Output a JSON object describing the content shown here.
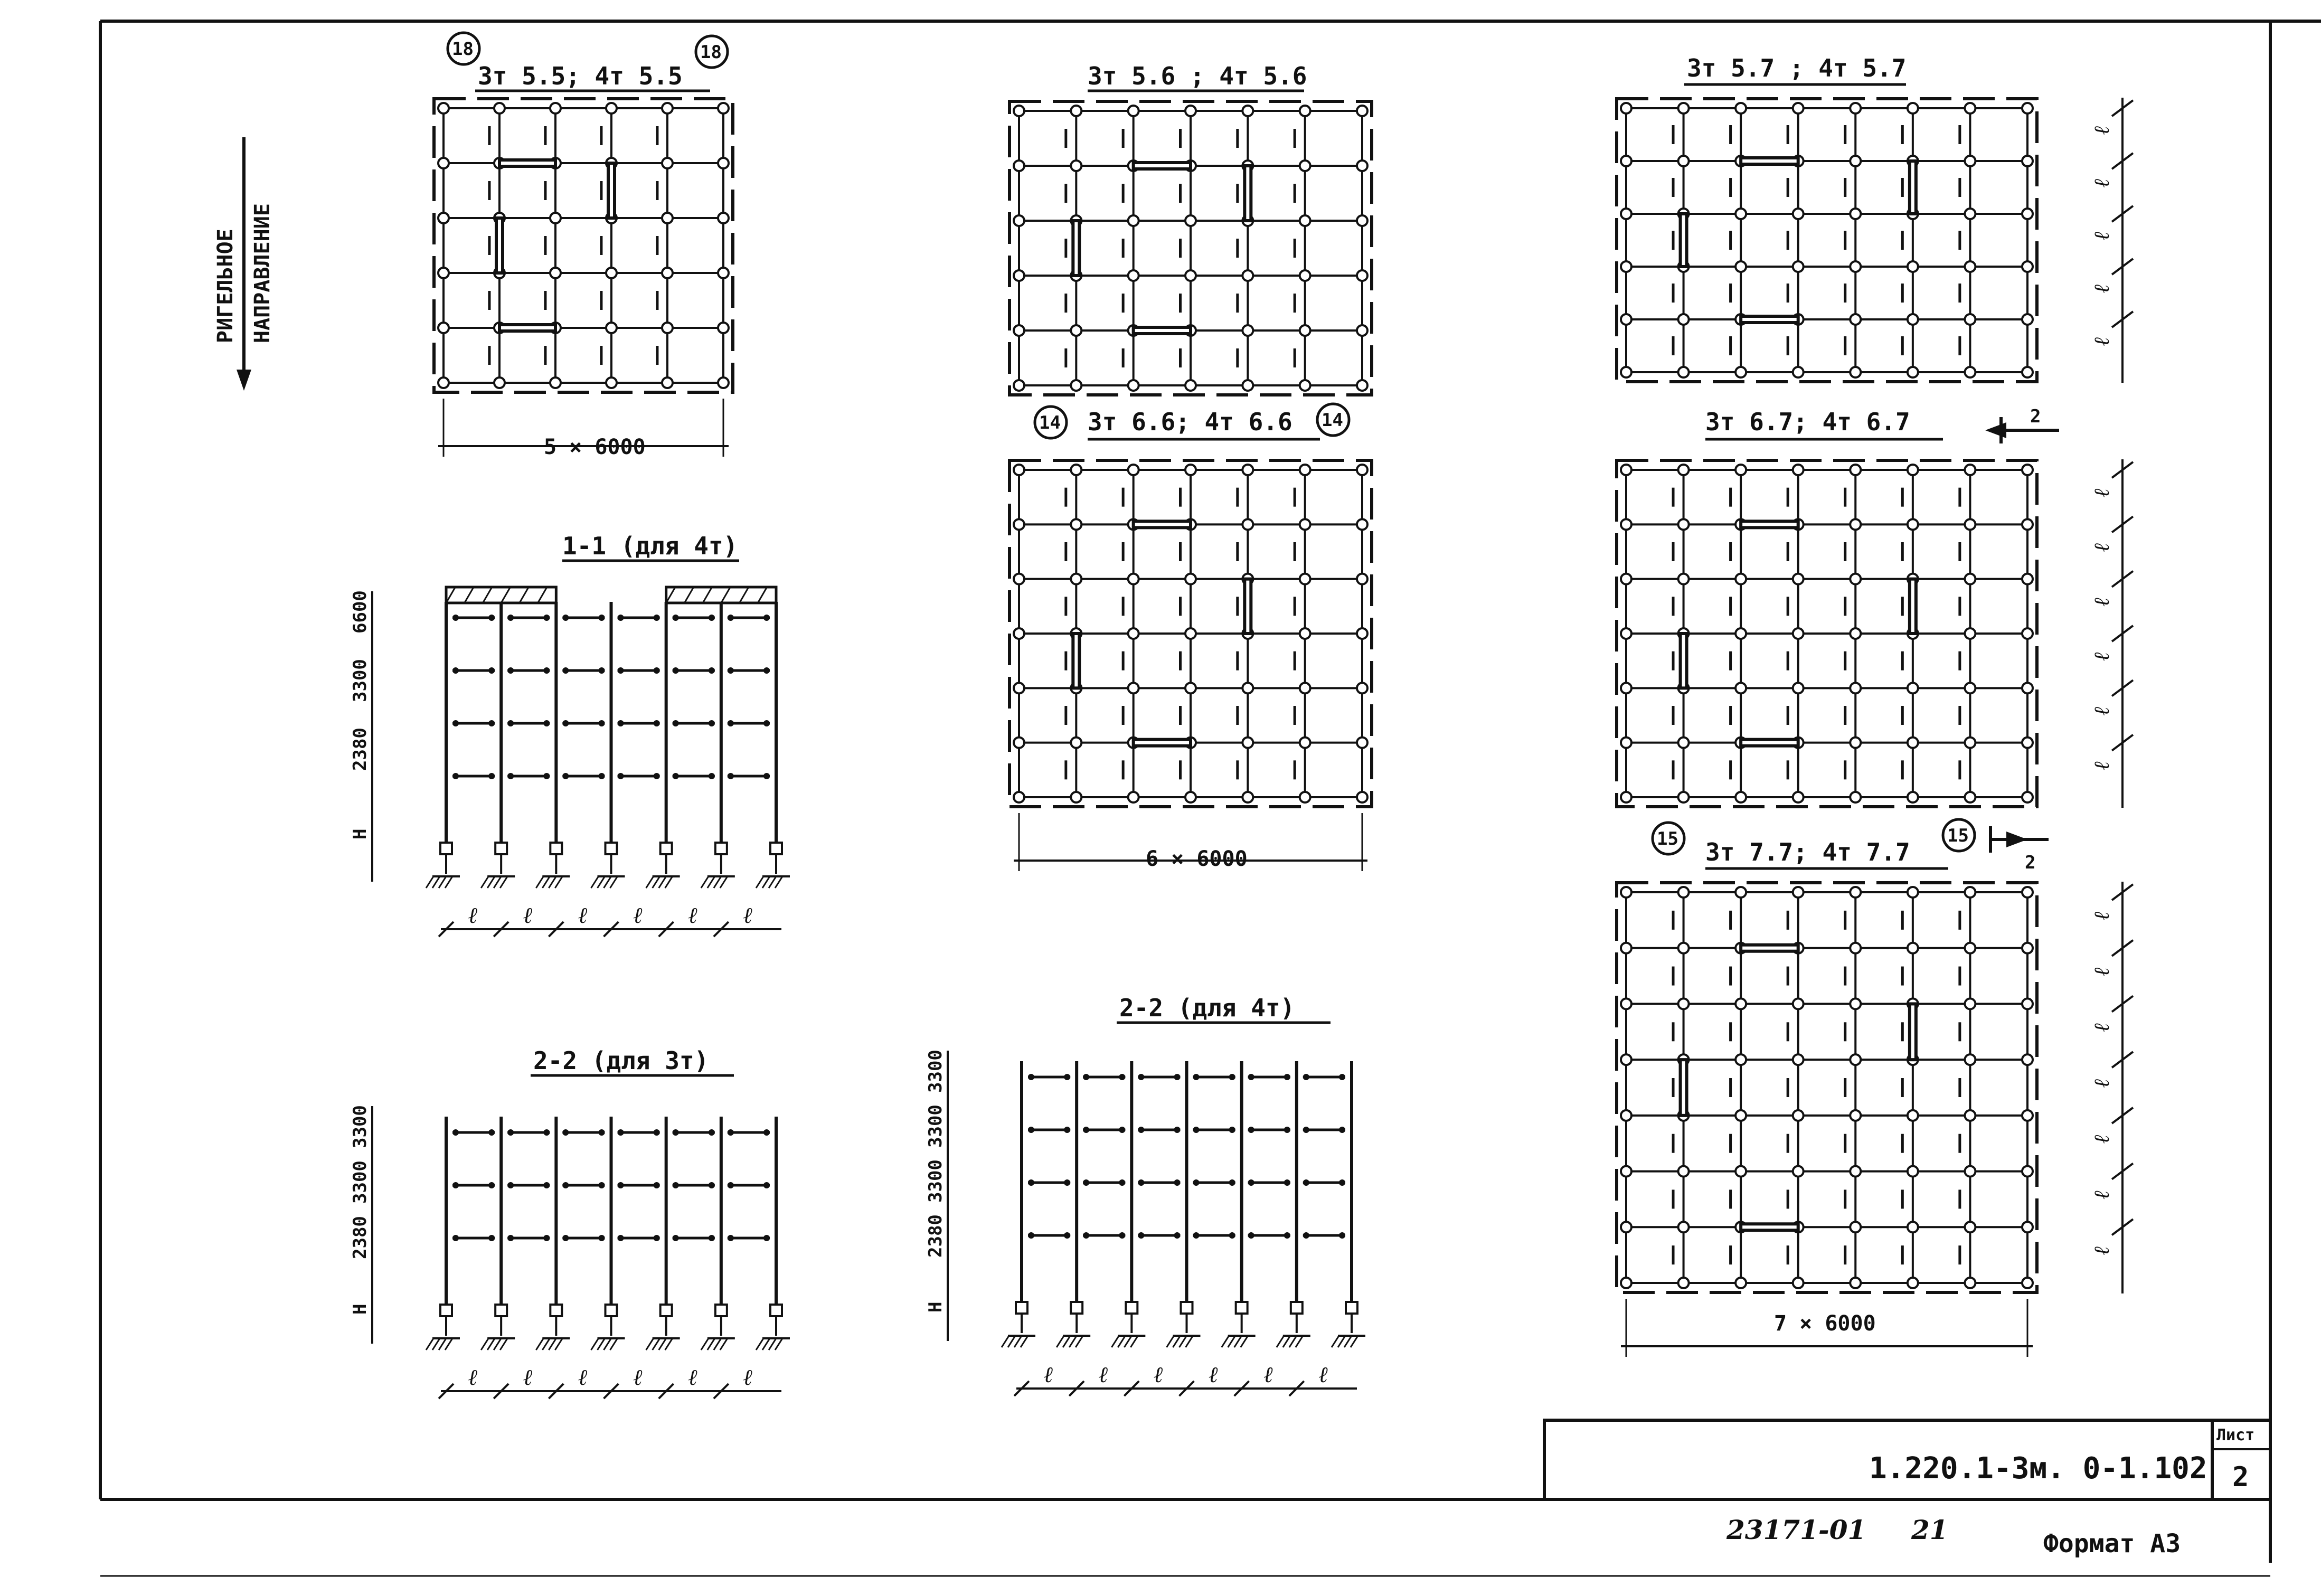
{
  "vertical_caption": [
    "РИГЕЛЬНОЕ",
    "НАПРАВЛЕНИЕ"
  ],
  "plans": [
    {
      "id": "p55",
      "title": "3т 5.5;  4т 5.5",
      "marker": "18",
      "rows": 5,
      "cols": 5,
      "dim": "5 × 6000",
      "side_l": []
    },
    {
      "id": "p56",
      "title": "3т 5.6 ;  4т 5.6",
      "marker": "",
      "rows": 5,
      "cols": 6,
      "dim": "",
      "side_l": []
    },
    {
      "id": "p57",
      "title": "3т 5.7 ;  4т 5.7",
      "marker": "",
      "rows": 5,
      "cols": 7,
      "dim": "",
      "side_l": [
        "ℓ",
        "ℓ",
        "ℓ",
        "ℓ",
        "ℓ"
      ]
    },
    {
      "id": "p66",
      "title": "3т 6.6;    4т 6.6",
      "marker": "14",
      "rows": 6,
      "cols": 6,
      "dim": "6 × 6000",
      "side_l": []
    },
    {
      "id": "p67",
      "title": "3т 6.7;    4т 6.7",
      "marker": "",
      "rows": 6,
      "cols": 7,
      "dim": "",
      "side_l": [
        "ℓ",
        "ℓ",
        "ℓ",
        "ℓ",
        "ℓ",
        "ℓ"
      ]
    },
    {
      "id": "p77",
      "title": "3т 7.7;    4т 7.7",
      "marker": "15",
      "rows": 7,
      "cols": 7,
      "dim": "7 × 6000",
      "side_l": [
        "ℓ",
        "ℓ",
        "ℓ",
        "ℓ",
        "ℓ",
        "ℓ",
        "ℓ"
      ]
    }
  ],
  "section_arrow_label": "2",
  "sections": [
    {
      "id": "s11",
      "title": "1-1 (для 4т)",
      "heights": [
        "6600",
        "3300",
        "2380",
        "H"
      ],
      "spans": [
        "ℓ",
        "ℓ",
        "ℓ",
        "ℓ",
        "ℓ",
        "ℓ"
      ]
    },
    {
      "id": "s22a",
      "title": "2-2 (для 3т)",
      "heights": [
        "3300",
        "3300",
        "2380",
        "H"
      ],
      "spans": [
        "ℓ",
        "ℓ",
        "ℓ",
        "ℓ",
        "ℓ",
        "ℓ"
      ]
    },
    {
      "id": "s22b",
      "title": "2-2 (для 4т)",
      "heights": [
        "3300",
        "3300",
        "3300",
        "2380",
        "H"
      ],
      "spans": [
        "ℓ",
        "ℓ",
        "ℓ",
        "ℓ",
        "ℓ",
        "ℓ"
      ]
    }
  ],
  "title_block": {
    "doc_code": "1.220.1-3м. 0-1.102",
    "sheet_label": "Лист",
    "sheet_no": "2",
    "inv_no": "23171-01",
    "page_no": "21",
    "format": "Формат А3"
  }
}
